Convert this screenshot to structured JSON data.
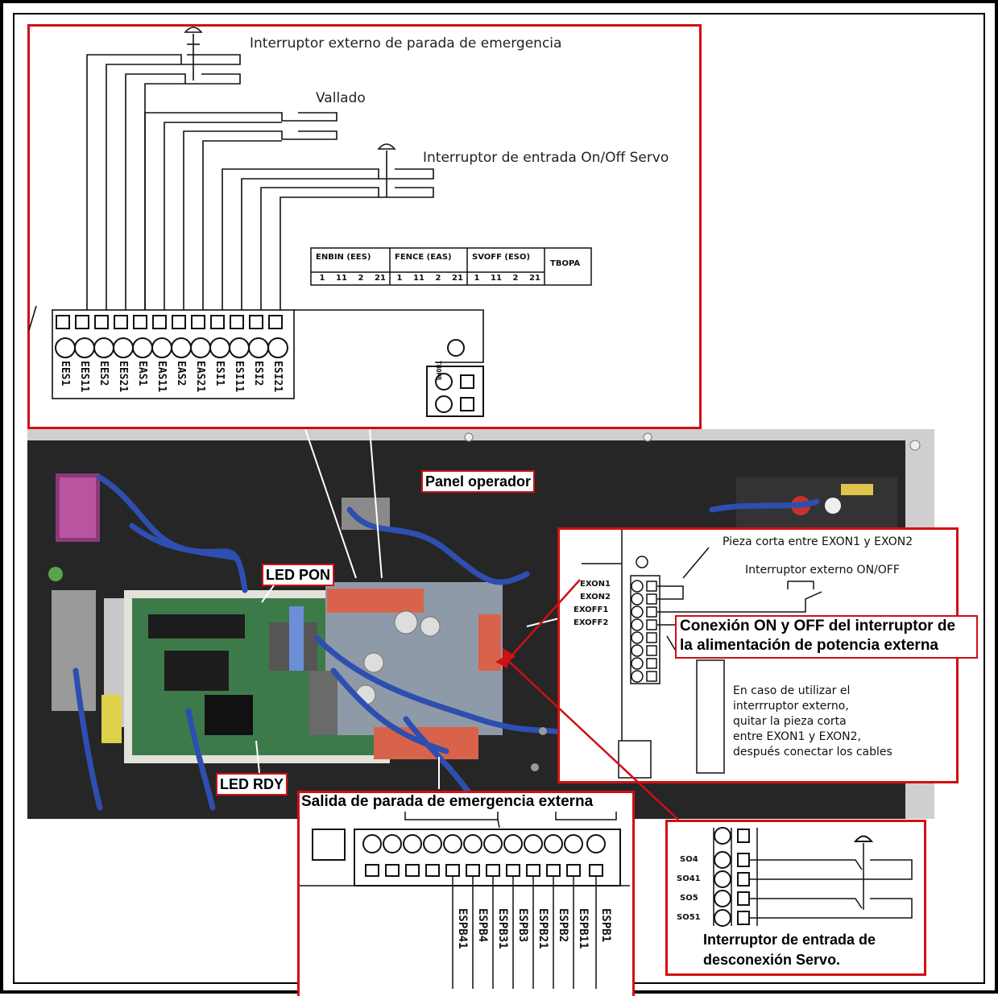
{
  "top_panel": {
    "emergency_label": "Interruptor externo de parada de emergencia",
    "fence_label": "Vallado",
    "servo_label": "Interruptor de entrada On/Off Servo",
    "table": {
      "groups": [
        "ENBIN (EES)",
        "FENCE (EAS)",
        "SVOFF (ESO)"
      ],
      "pins": [
        "1",
        "11",
        "2",
        "21",
        "1",
        "11",
        "2",
        "21",
        "1",
        "11",
        "2",
        "21"
      ],
      "connector": "TBOPA"
    },
    "terminals": [
      "EES1",
      "EES11",
      "EES2",
      "EES21",
      "EAS1",
      "EAS11",
      "EAS2",
      "EAS21",
      "ESI1",
      "ESI11",
      "ESI2",
      "ESI21"
    ],
    "small_connector": "TBOPB"
  },
  "photo": {
    "panel_operador": "Panel operador",
    "led_pon": "LED PON",
    "led_rdy": "LED RDY"
  },
  "right_panel": {
    "short_piece": "Pieza corta entre EXON1 y EXON2",
    "external_switch": "Interruptor externo ON/OFF",
    "pins": [
      "EXON1",
      "EXON2",
      "EXOFF1",
      "EXOFF2"
    ],
    "connection_title_1": "Conexión ON y OFF del interruptor de",
    "connection_title_2": "la alimentación de potencia externa",
    "note": [
      "En caso de utilizar el",
      "interrruptor externo,",
      "quitar la pieza corta",
      "entre EXON1 y EXON2,",
      "después conectar los cables"
    ]
  },
  "bottom_panel": {
    "title": "Salida de parada de emergencia externa",
    "terminals": [
      "ESPB41",
      "ESPB4",
      "ESPB31",
      "ESPB3",
      "ESPB21",
      "ESPB2",
      "ESPB11",
      "ESPB1"
    ]
  },
  "servo_panel": {
    "pins": [
      "SO4",
      "SO41",
      "SO5",
      "SO51"
    ],
    "title_1": "Interruptor de entrada de",
    "title_2": "desconexión Servo."
  },
  "colors": {
    "accent": "#d10f14",
    "photo_bg": "#262626",
    "cable": "#2e4fb0",
    "connector": "#d9634a",
    "pcb": "#3d7a4a"
  }
}
